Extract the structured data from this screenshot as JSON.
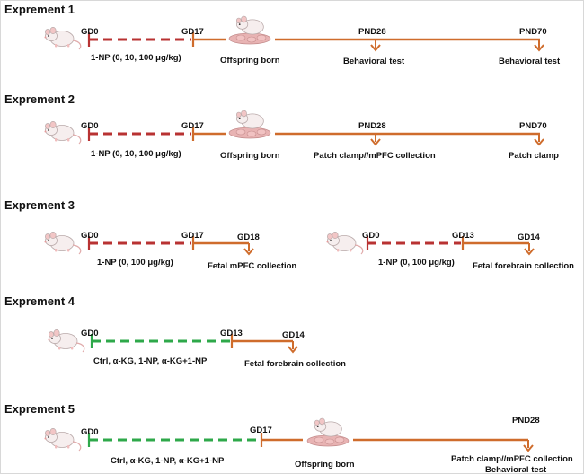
{
  "colors": {
    "dashed_red": "#b83232",
    "timeline": "#cf6c2c",
    "dashed_green": "#2ea84a",
    "text": "#111111"
  },
  "experiments": [
    {
      "title": "Exprement 1",
      "gd0": "GD0",
      "gd_end": "GD17",
      "dose": "1-NP (0, 10, 100 μg/kg)",
      "born": "Offspring born",
      "pnd1": "PND28",
      "pnd1_label": "Behavioral test",
      "pnd2": "PND70",
      "pnd2_label": "Behavioral test"
    },
    {
      "title": "Exprement 2",
      "gd0": "GD0",
      "gd_end": "GD17",
      "dose": "1-NP (0, 10, 100 μg/kg)",
      "born": "Offspring born",
      "pnd1": "PND28",
      "pnd1_label": "Patch clamp//mPFC collection",
      "pnd2": "PND70",
      "pnd2_label": "Patch clamp"
    },
    {
      "title": "Exprement 3",
      "left": {
        "gd0": "GD0",
        "gd_end": "GD17",
        "gd_next": "GD18",
        "dose": "1-NP (0, 100 μg/kg)",
        "collection": "Fetal mPFC collection"
      },
      "right": {
        "gd0": "GD0",
        "gd_end": "GD13",
        "gd_next": "GD14",
        "dose": "1-NP (0, 100 μg/kg)",
        "collection": "Fetal forebrain collection"
      }
    },
    {
      "title": "Exprement 4",
      "gd0": "GD0",
      "gd_end": "GD13",
      "gd_next": "GD14",
      "treatment": "Ctrl, α-KG, 1-NP, α-KG+1-NP",
      "collection": "Fetal forebrain collection"
    },
    {
      "title": "Exprement 5",
      "gd0": "GD0",
      "gd_end": "GD17",
      "treatment": "Ctrl, α-KG, 1-NP, α-KG+1-NP",
      "born": "Offspring born",
      "pnd1": "PND28",
      "pnd1_label": "Patch clamp//mPFC collection",
      "pnd1_label2": "Behavioral test"
    }
  ]
}
